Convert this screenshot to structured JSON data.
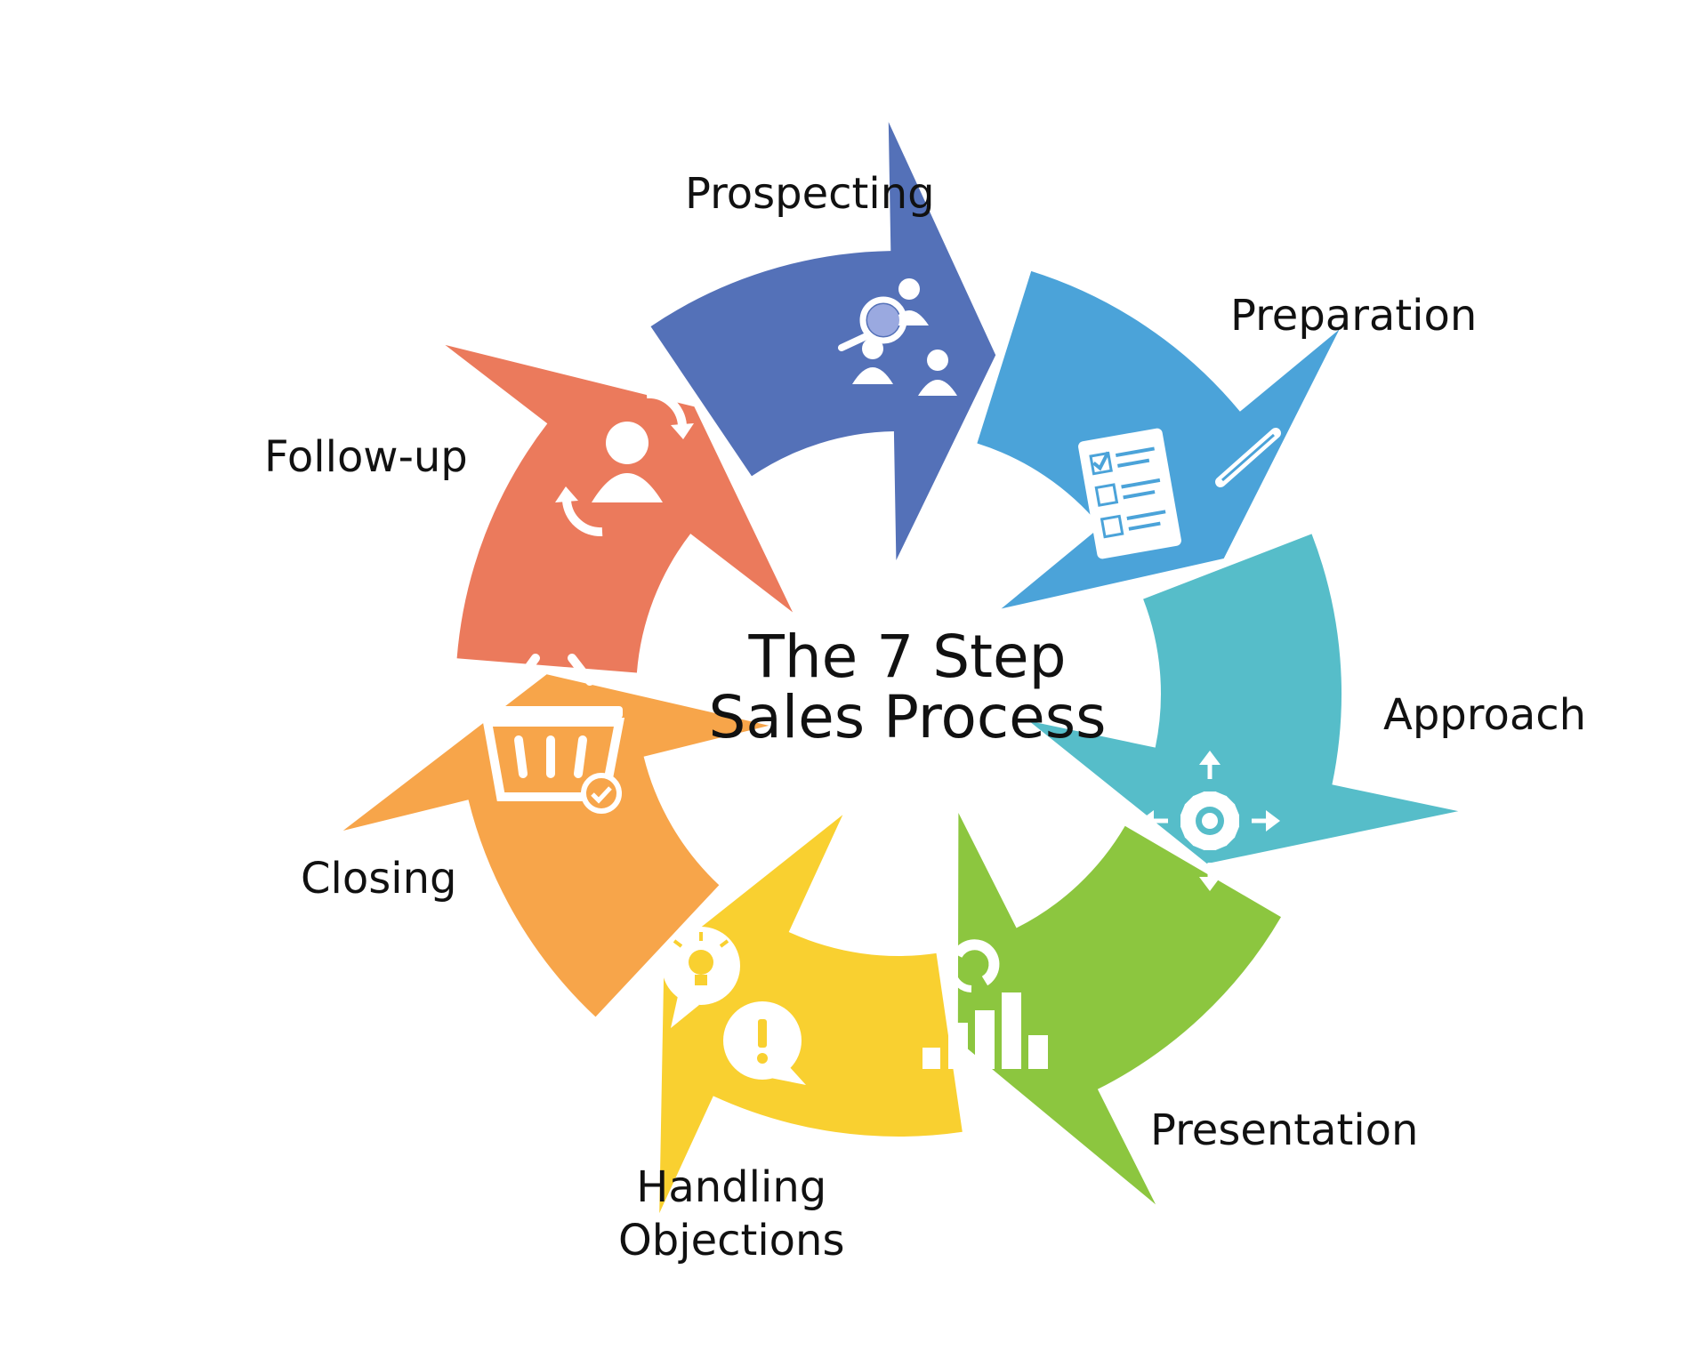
{
  "title": {
    "line1": "The 7 Step",
    "line2": "Sales Process"
  },
  "steps": [
    {
      "label": "Prospecting",
      "color": "#5471B8",
      "icon": "people-search-icon"
    },
    {
      "label": "Preparation",
      "color": "#4BA3D9",
      "icon": "checklist-pen-icon"
    },
    {
      "label": "Approach",
      "color": "#56BDC9",
      "icon": "gear-arrows-icon"
    },
    {
      "label": "Presentation",
      "color": "#8CC63F",
      "icon": "chart-presentation-icon"
    },
    {
      "label_line1": "Handling",
      "label_line2": "Objections",
      "color": "#F9D030",
      "icon": "idea-question-bubbles-icon"
    },
    {
      "label": "Closing",
      "color": "#F7A54A",
      "icon": "shopping-basket-check-icon"
    },
    {
      "label": "Follow-up",
      "color": "#EB7A5C",
      "icon": "person-cycle-icon"
    }
  ]
}
